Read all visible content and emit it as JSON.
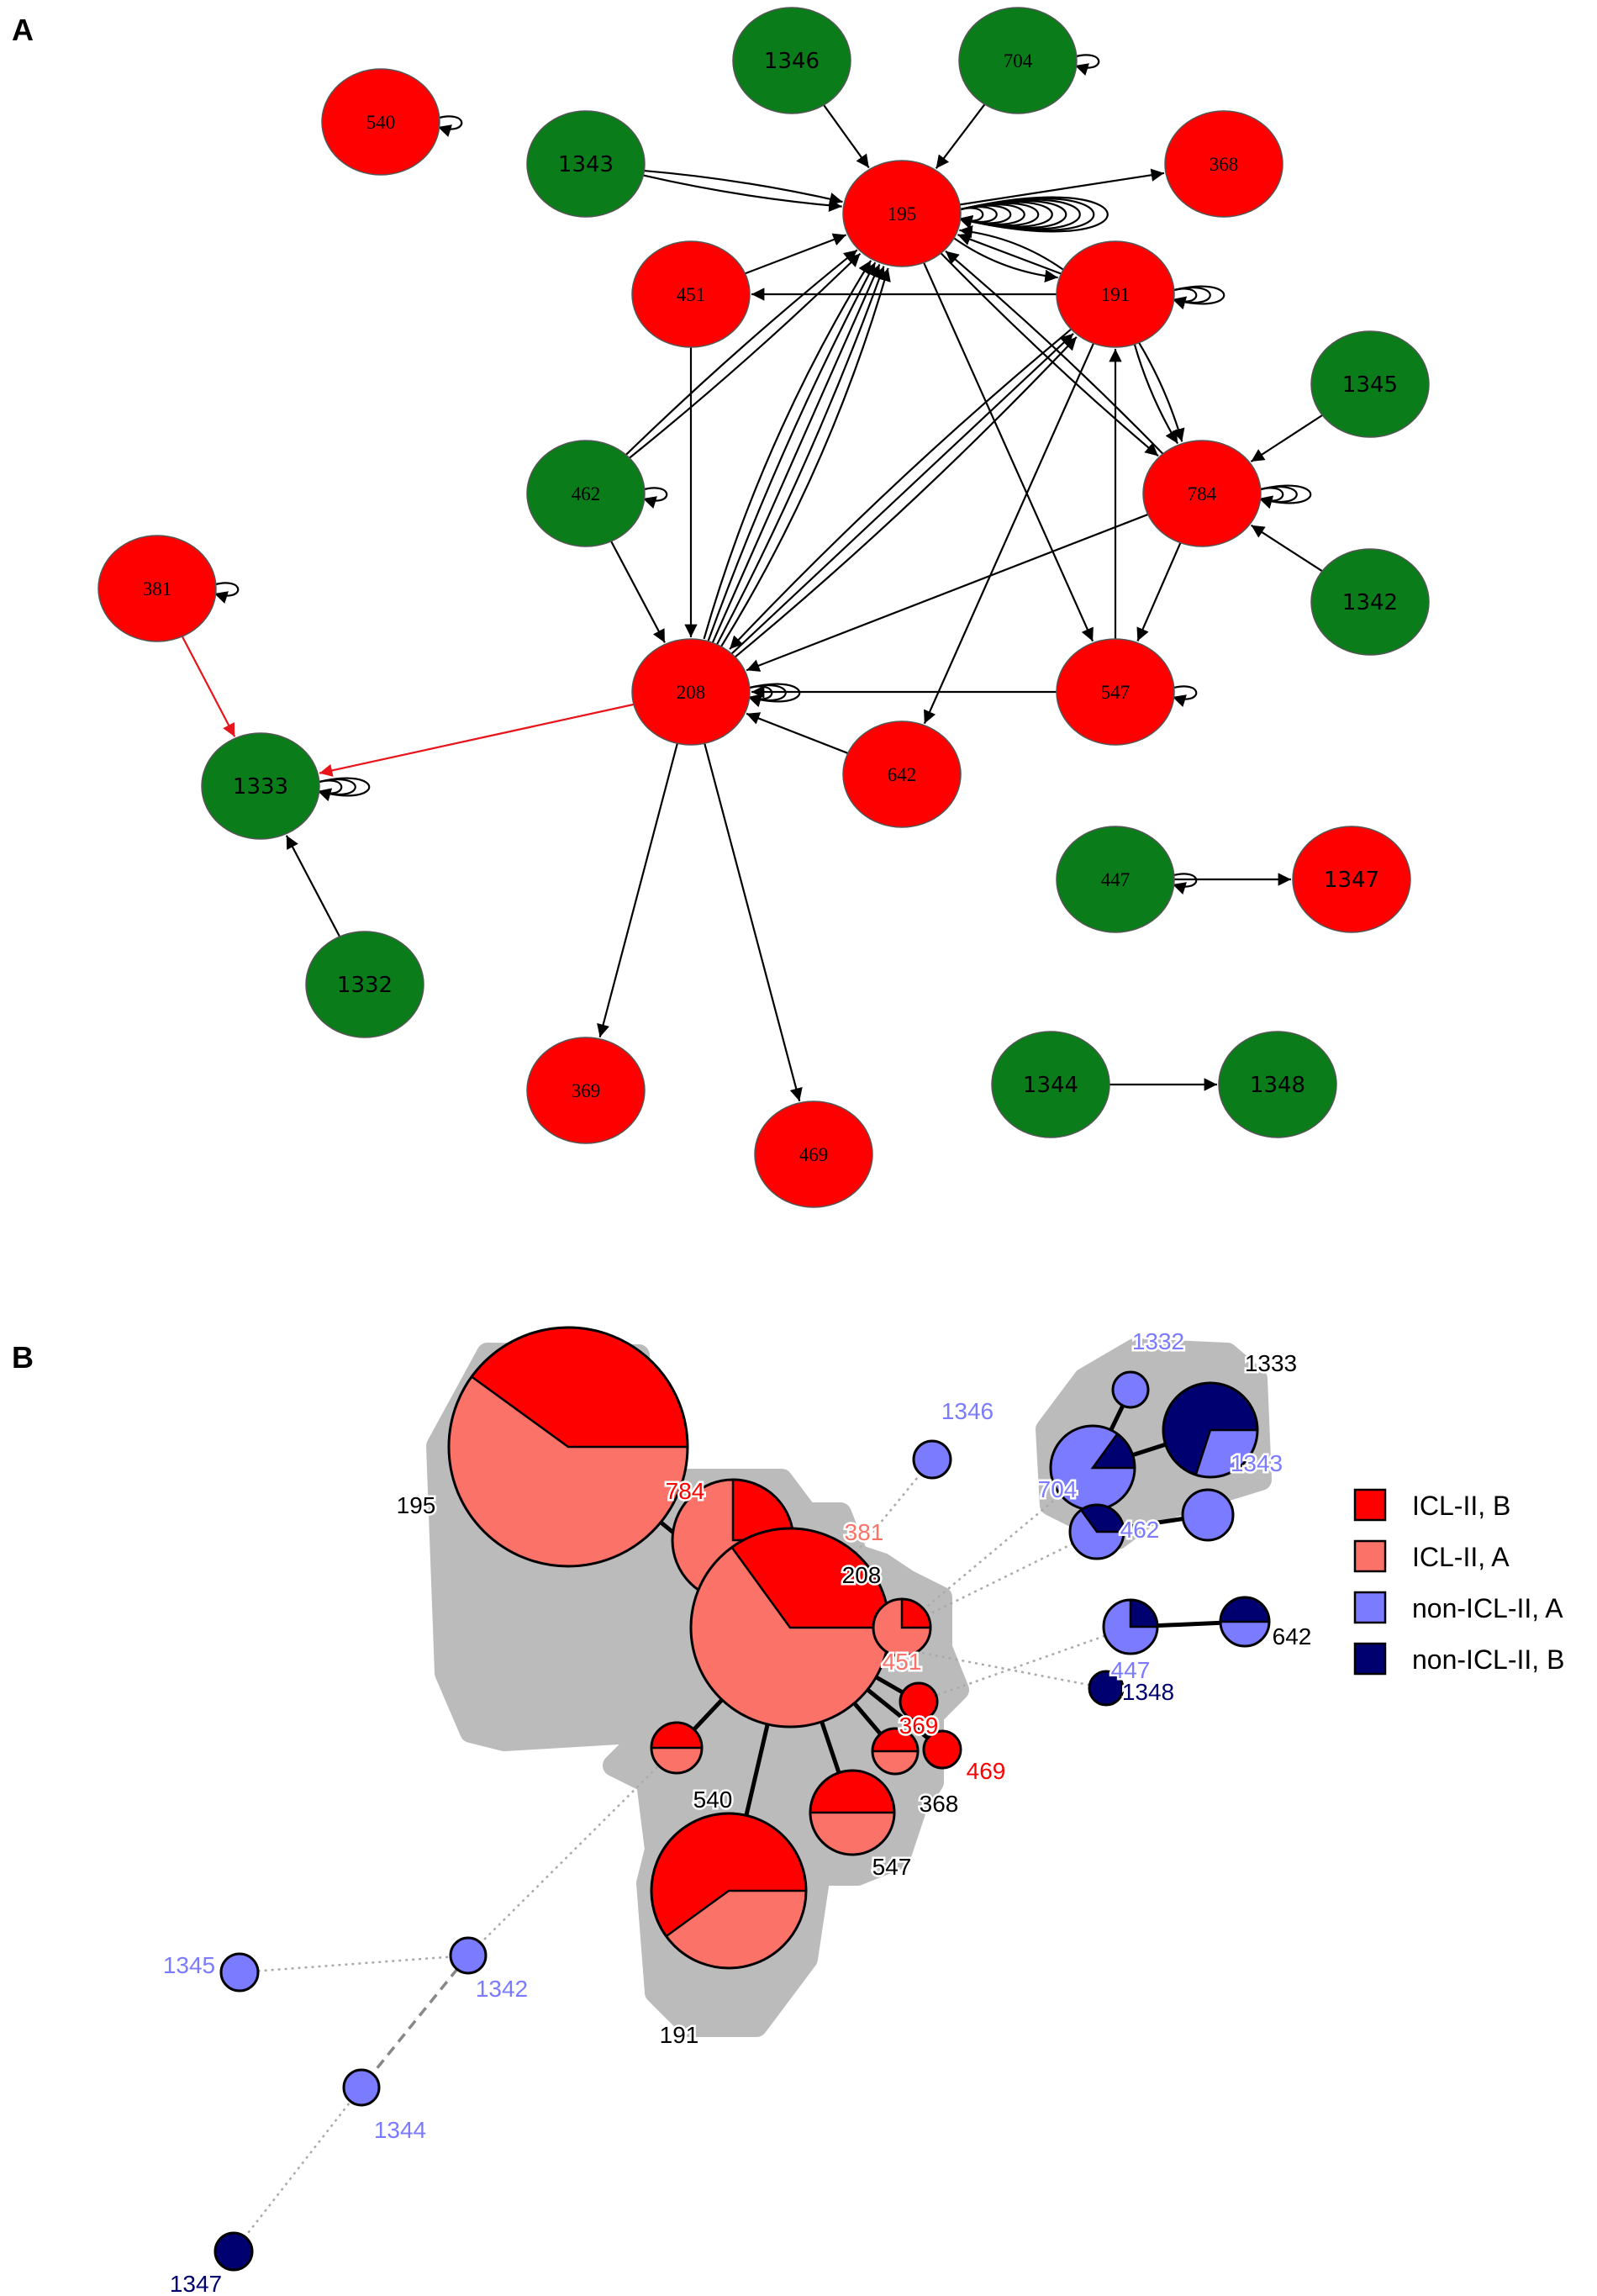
{
  "panels": [
    {
      "id": "A",
      "label": "A"
    },
    {
      "id": "B",
      "label": "B"
    }
  ],
  "colors": {
    "green": "#0a7d1a",
    "red": "#ff0000",
    "icl_b": "#ff0000",
    "icl_a": "#fa7268",
    "non_a": "#7b7bff",
    "non_b": "#000070",
    "halo": "#bbbbbb",
    "edge_red": "#e8141b"
  },
  "network_a": {
    "nodes": [
      {
        "id": "540",
        "label": "540",
        "color": "red",
        "font": "serif"
      },
      {
        "id": "1346",
        "label": "1346",
        "color": "green",
        "font": "sans"
      },
      {
        "id": "704",
        "label": "704",
        "color": "green",
        "font": "serif"
      },
      {
        "id": "1343",
        "label": "1343",
        "color": "green",
        "font": "sans"
      },
      {
        "id": "195",
        "label": "195",
        "color": "red",
        "font": "serif"
      },
      {
        "id": "368",
        "label": "368",
        "color": "red",
        "font": "serif"
      },
      {
        "id": "451",
        "label": "451",
        "color": "red",
        "font": "serif"
      },
      {
        "id": "191",
        "label": "191",
        "color": "red",
        "font": "serif"
      },
      {
        "id": "1345",
        "label": "1345",
        "color": "green",
        "font": "sans"
      },
      {
        "id": "462",
        "label": "462",
        "color": "green",
        "font": "serif"
      },
      {
        "id": "784",
        "label": "784",
        "color": "red",
        "font": "serif"
      },
      {
        "id": "381",
        "label": "381",
        "color": "red",
        "font": "serif"
      },
      {
        "id": "1342",
        "label": "1342",
        "color": "green",
        "font": "sans"
      },
      {
        "id": "208",
        "label": "208",
        "color": "red",
        "font": "serif"
      },
      {
        "id": "547",
        "label": "547",
        "color": "red",
        "font": "serif"
      },
      {
        "id": "1333",
        "label": "1333",
        "color": "green",
        "font": "sans"
      },
      {
        "id": "642",
        "label": "642",
        "color": "red",
        "font": "serif"
      },
      {
        "id": "447",
        "label": "447",
        "color": "green",
        "font": "serif"
      },
      {
        "id": "1347",
        "label": "1347",
        "color": "red",
        "font": "sans"
      },
      {
        "id": "1332",
        "label": "1332",
        "color": "green",
        "font": "sans"
      },
      {
        "id": "369",
        "label": "369",
        "color": "red",
        "font": "serif"
      },
      {
        "id": "469",
        "label": "469",
        "color": "red",
        "font": "serif"
      },
      {
        "id": "1344",
        "label": "1344",
        "color": "green",
        "font": "sans"
      },
      {
        "id": "1348",
        "label": "1348",
        "color": "green",
        "font": "sans"
      }
    ],
    "edges": [
      {
        "from": "1346",
        "to": "195"
      },
      {
        "from": "704",
        "to": "195"
      },
      {
        "from": "1343",
        "to": "195"
      },
      {
        "from": "1343",
        "to": "195"
      },
      {
        "from": "195",
        "to": "368"
      },
      {
        "from": "195",
        "to": "191"
      },
      {
        "from": "191",
        "to": "195"
      },
      {
        "from": "191",
        "to": "195"
      },
      {
        "from": "451",
        "to": "195"
      },
      {
        "from": "191",
        "to": "451"
      },
      {
        "from": "451",
        "to": "208"
      },
      {
        "from": "462",
        "to": "195"
      },
      {
        "from": "462",
        "to": "195"
      },
      {
        "from": "462",
        "to": "208"
      },
      {
        "from": "208",
        "to": "195"
      },
      {
        "from": "208",
        "to": "195"
      },
      {
        "from": "208",
        "to": "195"
      },
      {
        "from": "208",
        "to": "195"
      },
      {
        "from": "208",
        "to": "195"
      },
      {
        "from": "208",
        "to": "191"
      },
      {
        "from": "208",
        "to": "191"
      },
      {
        "from": "191",
        "to": "208"
      },
      {
        "from": "784",
        "to": "208"
      },
      {
        "from": "784",
        "to": "195"
      },
      {
        "from": "195",
        "to": "784"
      },
      {
        "from": "191",
        "to": "784"
      },
      {
        "from": "191",
        "to": "784"
      },
      {
        "from": "1345",
        "to": "784"
      },
      {
        "from": "1342",
        "to": "784"
      },
      {
        "from": "784",
        "to": "547"
      },
      {
        "from": "195",
        "to": "547"
      },
      {
        "from": "547",
        "to": "191"
      },
      {
        "from": "547",
        "to": "208"
      },
      {
        "from": "191",
        "to": "642"
      },
      {
        "from": "642",
        "to": "208"
      },
      {
        "from": "381",
        "to": "1333",
        "red": true
      },
      {
        "from": "208",
        "to": "1333",
        "red": true
      },
      {
        "from": "1332",
        "to": "1333"
      },
      {
        "from": "208",
        "to": "369"
      },
      {
        "from": "208",
        "to": "469"
      },
      {
        "from": "447",
        "to": "1347"
      },
      {
        "from": "1344",
        "to": "1348"
      }
    ],
    "self_loops": [
      {
        "node": "540",
        "count": 1
      },
      {
        "node": "704",
        "count": 1
      },
      {
        "node": "195",
        "count": 10
      },
      {
        "node": "191",
        "count": 3
      },
      {
        "node": "462",
        "count": 1
      },
      {
        "node": "784",
        "count": 3
      },
      {
        "node": "381",
        "count": 1
      },
      {
        "node": "208",
        "count": 3
      },
      {
        "node": "547",
        "count": 1
      },
      {
        "node": "1333",
        "count": 3
      },
      {
        "node": "447",
        "count": 1
      }
    ]
  },
  "network_b": {
    "legend": [
      {
        "label": "ICL-II, B",
        "color": "icl_b"
      },
      {
        "label": "ICL-II, A",
        "color": "icl_a"
      },
      {
        "label": "non-ICL-II, A",
        "color": "non_a"
      },
      {
        "label": "non-ICL-II, B",
        "color": "non_b"
      }
    ],
    "nodes": [
      {
        "id": "195",
        "label": "195",
        "label_color": "#000000",
        "frac_b": 0.4,
        "kind": "icl"
      },
      {
        "id": "784",
        "label": "784",
        "label_color": "#ff0000",
        "frac_b": 0.25,
        "kind": "icl"
      },
      {
        "id": "381",
        "label": "381",
        "label_color": "#fa7268",
        "frac_b": 0.25,
        "kind": "icl"
      },
      {
        "id": "208",
        "label": "208",
        "label_color": "#000000",
        "frac_b": 0.35,
        "kind": "icl"
      },
      {
        "id": "451",
        "label": "451",
        "label_color": "#fa7268",
        "frac_b": 0.25,
        "kind": "icl"
      },
      {
        "id": "369",
        "label": "369",
        "label_color": "#ff0000",
        "frac_b": 1.0,
        "kind": "icl"
      },
      {
        "id": "469",
        "label": "469",
        "label_color": "#ff0000",
        "frac_b": 1.0,
        "kind": "icl"
      },
      {
        "id": "540",
        "label": "540",
        "label_color": "#000000",
        "frac_b": 0.5,
        "kind": "icl"
      },
      {
        "id": "368",
        "label": "368",
        "label_color": "#000000",
        "frac_b": 0.5,
        "kind": "icl"
      },
      {
        "id": "547",
        "label": "547",
        "label_color": "#000000",
        "frac_b": 0.5,
        "kind": "icl"
      },
      {
        "id": "191",
        "label": "191",
        "label_color": "#000000",
        "frac_b": 0.6,
        "kind": "icl"
      },
      {
        "id": "1332",
        "label": "1332",
        "label_color": "#7b7bff",
        "frac_b": 0.0,
        "kind": "non"
      },
      {
        "id": "1333",
        "label": "1333",
        "label_color": "#000000",
        "frac_b": 0.7,
        "kind": "non"
      },
      {
        "id": "462",
        "label": "462",
        "label_color": "#7b7bff",
        "frac_b": 0.15,
        "kind": "non"
      },
      {
        "id": "1346",
        "label": "1346",
        "label_color": "#7b7bff",
        "frac_b": 0.0,
        "kind": "non"
      },
      {
        "id": "704",
        "label": "704",
        "label_color": "#7b7bff",
        "frac_b": 0.35,
        "kind": "non"
      },
      {
        "id": "1343",
        "label": "1343",
        "label_color": "#7b7bff",
        "frac_b": 0.0,
        "kind": "non"
      },
      {
        "id": "447",
        "label": "447",
        "label_color": "#7b7bff",
        "frac_b": 0.25,
        "kind": "non"
      },
      {
        "id": "642",
        "label": "642",
        "label_color": "#000000",
        "frac_b": 0.5,
        "kind": "non"
      },
      {
        "id": "1348",
        "label": "1348",
        "label_color": "#000070",
        "frac_b": 1.0,
        "kind": "non"
      },
      {
        "id": "1345",
        "label": "1345",
        "label_color": "#7b7bff",
        "frac_b": 0.0,
        "kind": "non"
      },
      {
        "id": "1342",
        "label": "1342",
        "label_color": "#7b7bff",
        "frac_b": 0.0,
        "kind": "non"
      },
      {
        "id": "1344",
        "label": "1344",
        "label_color": "#7b7bff",
        "frac_b": 0.0,
        "kind": "non"
      },
      {
        "id": "1347",
        "label": "1347",
        "label_color": "#000070",
        "frac_b": 1.0,
        "kind": "non"
      }
    ],
    "solid_links": [
      [
        "195",
        "208"
      ],
      [
        "784",
        "208"
      ],
      [
        "381",
        "208"
      ],
      [
        "451",
        "208"
      ],
      [
        "369",
        "208"
      ],
      [
        "469",
        "208"
      ],
      [
        "540",
        "208"
      ],
      [
        "368",
        "208"
      ],
      [
        "547",
        "208"
      ],
      [
        "191",
        "208"
      ],
      [
        "1332",
        "462"
      ],
      [
        "462",
        "1333"
      ],
      [
        "704",
        "1343"
      ],
      [
        "447",
        "642"
      ]
    ],
    "dotted_links": [
      [
        "381",
        "1346"
      ],
      [
        "451",
        "704"
      ],
      [
        "369",
        "447"
      ],
      [
        "208",
        "1348"
      ],
      [
        "540",
        "1342"
      ],
      [
        "1342",
        "1345"
      ],
      [
        "1344",
        "1347"
      ],
      [
        "451",
        "462"
      ]
    ],
    "dashed_links": [
      [
        "1342",
        "1344"
      ]
    ]
  }
}
